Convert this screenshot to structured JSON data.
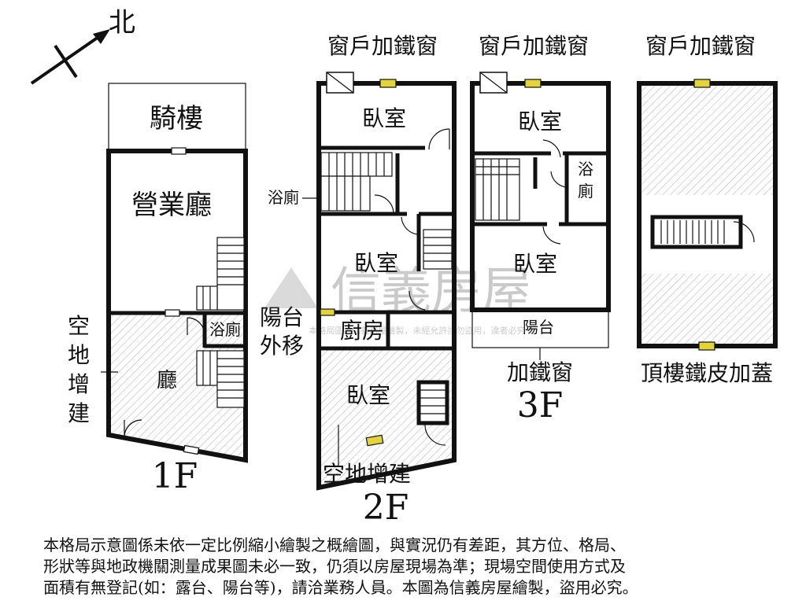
{
  "compass": {
    "north_label": "北"
  },
  "floor1": {
    "level_label": "1F",
    "arcade": "騎樓",
    "business_hall": "營業廳",
    "bathroom": "浴廁",
    "hall": "廳",
    "extension_note": "空地增建"
  },
  "floor2": {
    "level_label": "2F",
    "window_note": "窗戶加鐵窗",
    "bedroom_front": "臥室",
    "bathroom_callout": "浴廁",
    "bedroom_middle": "臥室",
    "balcony_note": "陽台外移",
    "kitchen": "廚房",
    "bedroom_rear": "臥室",
    "extension_note": "空地增建"
  },
  "floor3": {
    "level_label": "3F",
    "window_note": "窗戶加鐵窗",
    "bedroom_front": "臥室",
    "bathroom": "浴廁",
    "bedroom_rear": "臥室",
    "balcony": "陽台",
    "grille_note": "加鐵窗"
  },
  "roof": {
    "window_note": "窗戶加鐵窗",
    "label": "頂樓鐵皮加蓋"
  },
  "watermark": {
    "brand": "信義房屋",
    "small_text": "本格局圖為信義房屋繪製，未經允許請勿盜用，違者必究"
  },
  "disclaimer": [
    "本格局示意圖係未依一定比例縮小繪製之概繪圖，與實況仍有差距，其方位、格局、",
    "形狀等與地政機關測量成果圖未必一致，仍須以房屋現場為準；現場空間使用方式及",
    "面積有無登記(如：露台、陽台等)，請洽業務人員。本圖為信義房屋繪製，盜用必究。"
  ]
}
